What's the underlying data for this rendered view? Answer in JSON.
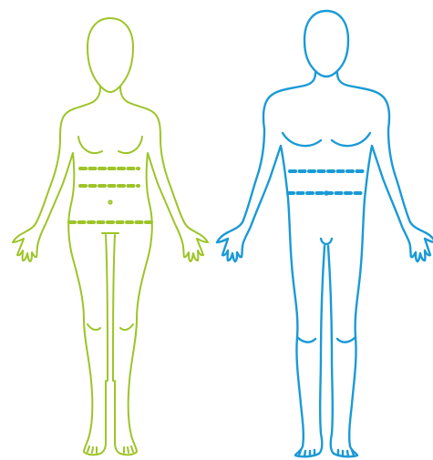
{
  "colors": {
    "female_outline": "#9dc428",
    "male_outline": "#1a9ad6",
    "background": "#ffffff"
  },
  "figures": [
    {
      "label": "female",
      "measurement_lines": [
        "bust-underline",
        "waist",
        "hips"
      ]
    },
    {
      "label": "male",
      "measurement_lines": [
        "chest-lower",
        "waist"
      ]
    }
  ]
}
